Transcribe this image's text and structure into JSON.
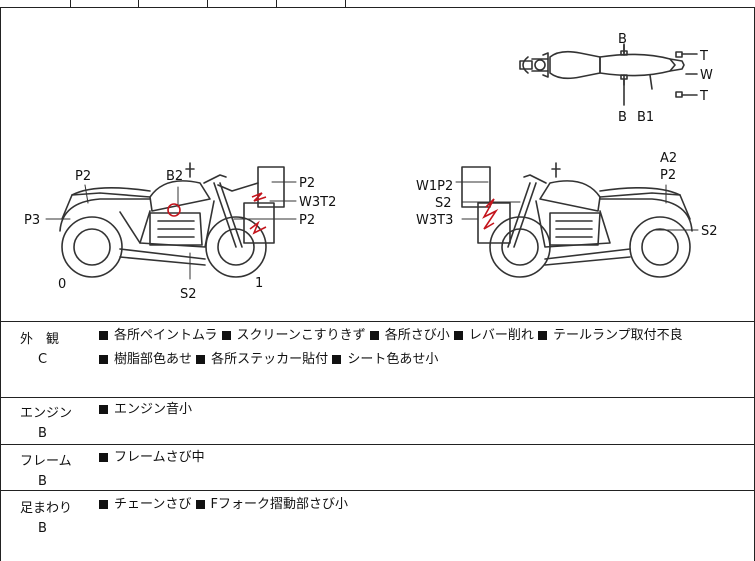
{
  "diagram": {
    "labels": {
      "top_b_upper": "B",
      "top_b_lower": "B",
      "top_b1": "B1",
      "top_t_upper": "T",
      "top_w": "W",
      "top_t_lower": "T",
      "left_p2_rear": "P2",
      "left_p3": "P3",
      "left_b2": "B2",
      "left_p2_screen": "P2",
      "left_w3t2": "W3T2",
      "left_p2_front": "P2",
      "left_0": "0",
      "left_s2": "S2",
      "left_1": "1",
      "right_a2": "A2",
      "right_p2": "P2",
      "right_w1p2": "W1P2",
      "right_s2_upper": "S2",
      "right_w3t3": "W3T3",
      "right_s2_side": "S2"
    }
  },
  "sections": [
    {
      "name": "外　観",
      "grade": "C",
      "items": [
        "各所ペイントムラ",
        "スクリーンこすりきず",
        "各所さび小",
        "レバー削れ",
        "テールランプ取付不良",
        "樹脂部色あせ",
        "各所ステッカー貼付",
        "シート色あせ小"
      ]
    },
    {
      "name": "エンジン",
      "grade": "B",
      "items": [
        "エンジン音小"
      ]
    },
    {
      "name": "フレーム",
      "grade": "B",
      "items": [
        "フレームさび中"
      ]
    },
    {
      "name": "足まわり",
      "grade": "B",
      "items": [
        "チェーンさび",
        "Fフォーク摺動部さび小"
      ]
    }
  ]
}
